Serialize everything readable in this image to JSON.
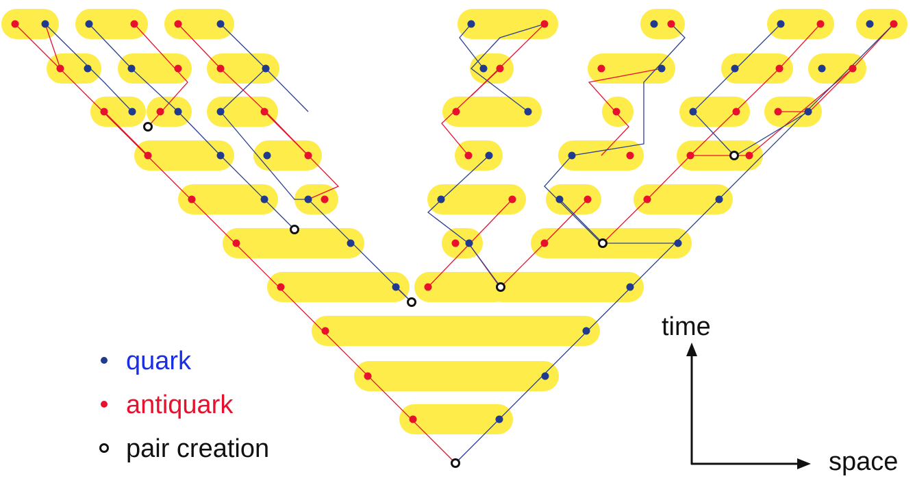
{
  "legend": {
    "quark": {
      "label": "quark",
      "color": "#1f3a8f",
      "text_color": "#1a2ee6"
    },
    "antiquark": {
      "label": "antiquark",
      "color": "#e8112d",
      "text_color": "#e8112d"
    },
    "pair_creation": {
      "label": "pair creation",
      "color": "#111111"
    }
  },
  "axes": {
    "time_label": "time",
    "space_label": "space"
  },
  "colors": {
    "hadron": "#fdec4a",
    "quark_line": "#2b3f8f",
    "antiquark_line": "#e8112d",
    "quark_dot": "#1f3a8f",
    "antiquark_dot": "#e8112d",
    "vertex": "#111111"
  }
}
